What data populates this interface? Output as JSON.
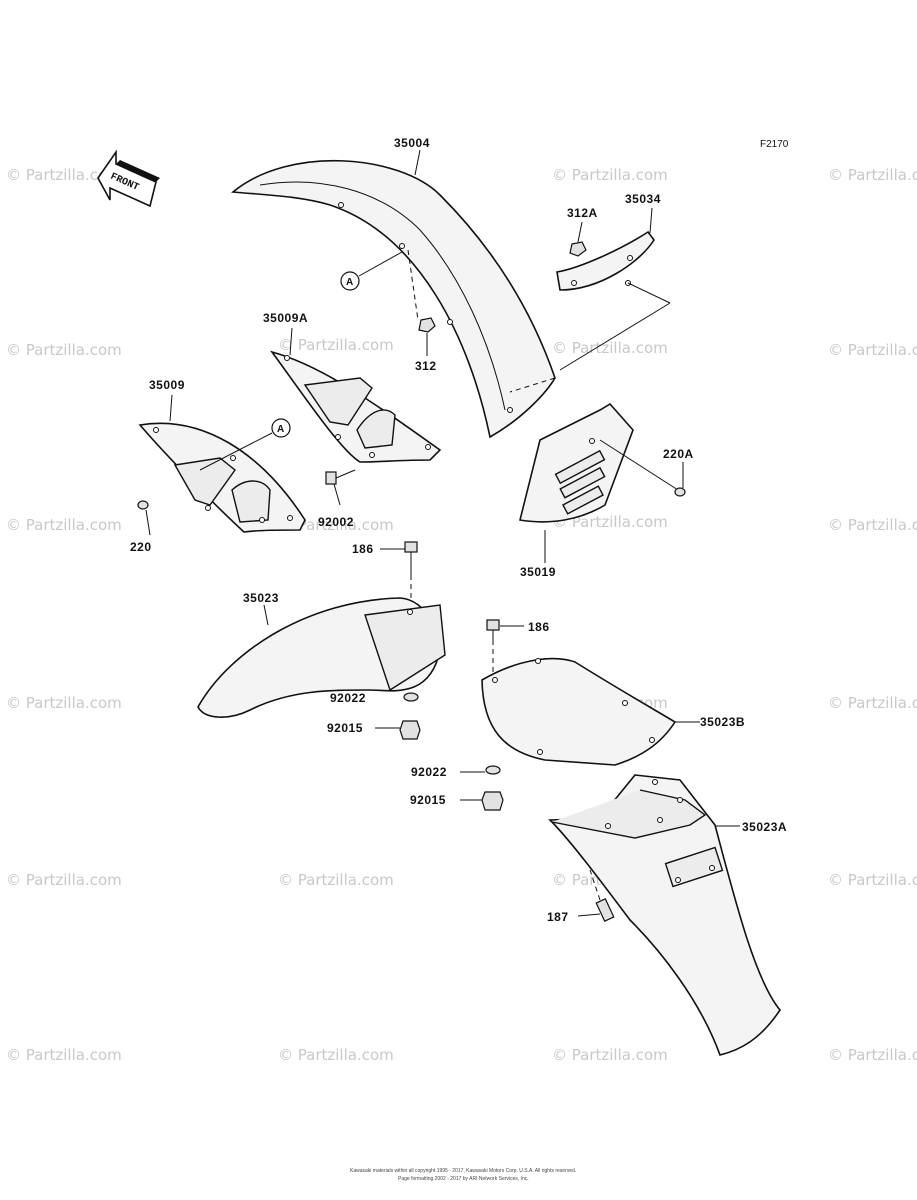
{
  "figure_code": "F2170",
  "front_arrow_label": "FRONT",
  "callout_marker": "A",
  "watermark": "© Partzilla.com",
  "parts": {
    "p35004": "35004",
    "p35034": "35034",
    "p312A": "312A",
    "p35009A": "35009A",
    "p312": "312",
    "p35009": "35009",
    "p220A": "220A",
    "p92002": "92002",
    "p220": "220",
    "p35019": "35019",
    "p186a": "186",
    "p35023": "35023",
    "p186b": "186",
    "p92022a": "92022",
    "p35023B": "35023B",
    "p92015a": "92015",
    "p92022b": "92022",
    "p92015b": "92015",
    "p35023A": "35023A",
    "p187": "187"
  },
  "footer": {
    "line1": "Kawasaki materials within all copyright 1995 - 2017, Kawasaki Motors Corp. U.S.A. All rights reserved.",
    "line2": "Page formatting 2002 - 2017 by ARI Network Services, Inc."
  }
}
